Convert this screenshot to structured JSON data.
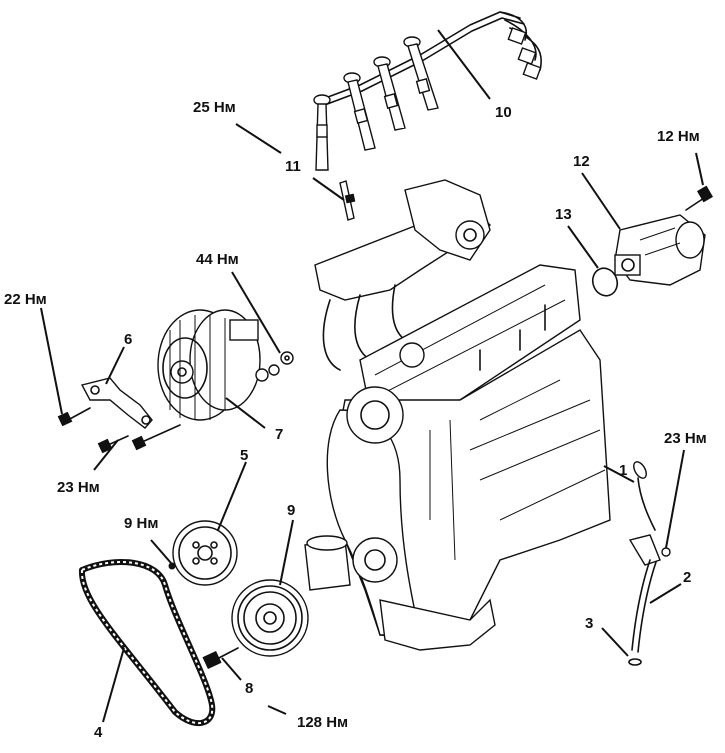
{
  "callouts": [
    {
      "id": "1",
      "text": "1"
    },
    {
      "id": "2",
      "text": "2"
    },
    {
      "id": "3",
      "text": "3"
    },
    {
      "id": "4",
      "text": "4"
    },
    {
      "id": "5",
      "text": "5"
    },
    {
      "id": "6",
      "text": "6"
    },
    {
      "id": "7",
      "text": "7"
    },
    {
      "id": "8",
      "text": "8"
    },
    {
      "id": "9",
      "text": "9"
    },
    {
      "id": "10",
      "text": "10"
    },
    {
      "id": "11",
      "text": "11"
    },
    {
      "id": "12",
      "text": "12"
    },
    {
      "id": "13",
      "text": "13"
    }
  ],
  "torques": {
    "spark_plug": "25 Нм",
    "distributor_bolt": "12 Нм",
    "alternator_nut": "44 Нм",
    "bracket_bolt_top": "22 Нм",
    "bracket_bolt_bottom": "23 Нм",
    "dipstick_bolt": "23 Нм",
    "pulley_bolt_small": "9 Нм",
    "crank_bolt": "128 Нм"
  }
}
